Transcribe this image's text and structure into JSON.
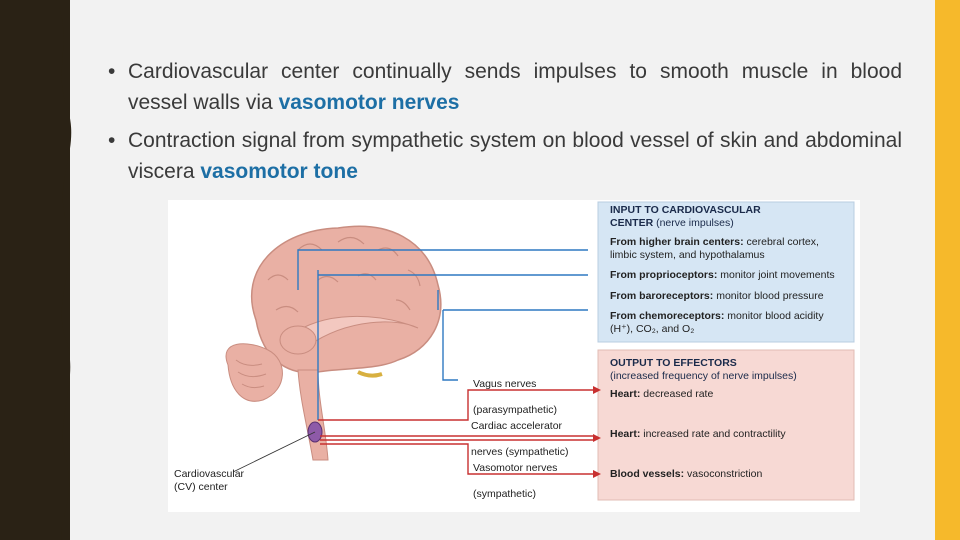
{
  "slide": {
    "bullets": [
      {
        "text": "Cardiovascular center continually sends impulses to smooth muscle in blood vessel walls via ",
        "highlight": "vasomotor nerves"
      },
      {
        "text": "Contraction signal from sympathetic system on blood vessel of skin and abdominal viscera ",
        "highlight": "vasomotor tone"
      }
    ],
    "colors": {
      "left_band": "#2a2215",
      "accent_band": "#f6b92b",
      "highlight": "#1d6fa5"
    }
  },
  "figure": {
    "input_panel": {
      "title_line1": "INPUT TO CARDIOVASCULAR",
      "title_line2": "CENTER",
      "title_note": "(nerve impulses)",
      "items": [
        {
          "bold": "From higher brain centers:",
          "text": " cerebral cortex,",
          "line2": "limbic system, and hypothalamus"
        },
        {
          "bold": "From proprioceptors:",
          "text": " monitor joint movements"
        },
        {
          "bold": "From baroreceptors:",
          "text": " monitor blood pressure"
        },
        {
          "bold": "From chemoreceptors:",
          "text": " monitor blood acidity",
          "line2": "(H⁺), CO₂, and O₂"
        }
      ]
    },
    "output_panel": {
      "title": "OUTPUT TO EFFECTORS",
      "note": "(increased frequency of nerve impulses)",
      "items": [
        {
          "bold": "Heart:",
          "text": " decreased rate"
        },
        {
          "bold": "Heart:",
          "text": " increased rate and contractility"
        },
        {
          "bold": "Blood vessels:",
          "text": " vasoconstriction"
        }
      ]
    },
    "labels": {
      "vagus": "Vagus nerves",
      "vagus_note": "(parasympathetic)",
      "cardiac": "Cardiac accelerator",
      "cardiac_note": "nerves (sympathetic)",
      "vasomotor": "Vasomotor nerves",
      "vasomotor_note": "(sympathetic)",
      "cv_center_line1": "Cardiovascular",
      "cv_center_line2": "(CV) center"
    }
  }
}
